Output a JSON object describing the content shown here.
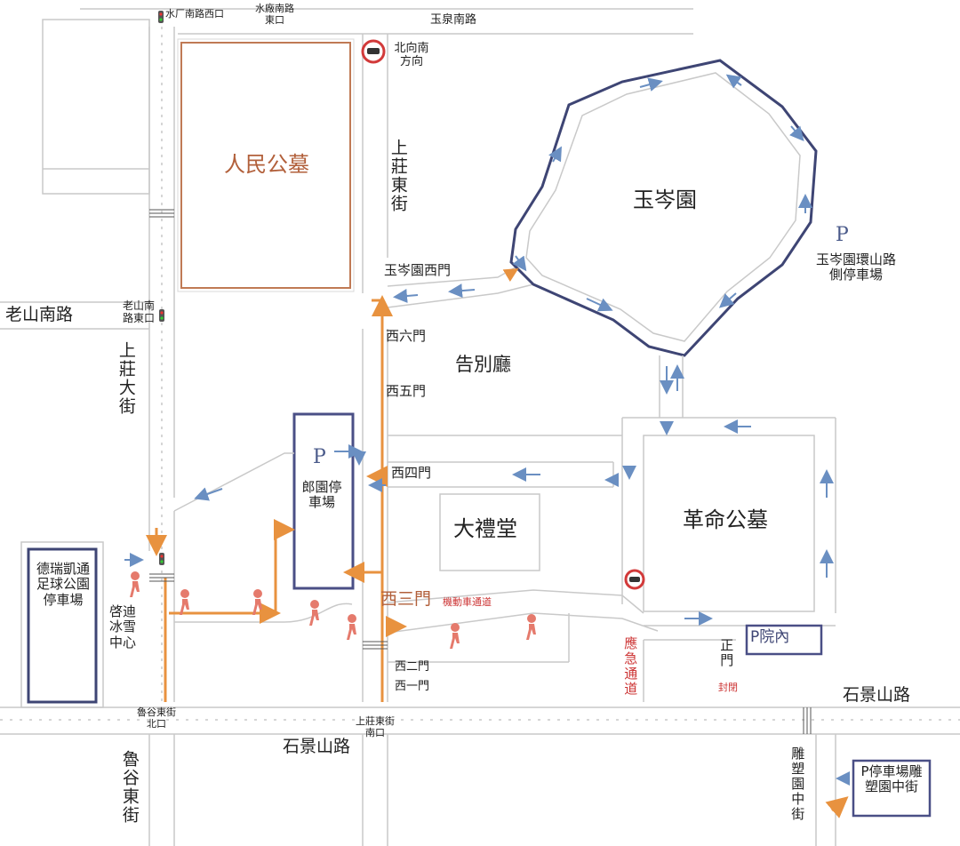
{
  "labels": {
    "shuichang_nanlu_xi": "水厂南路西口",
    "shuichang_nanlu_dong": "水廠南路東口",
    "yuquan_nanlu": "玉泉南路",
    "beixiang_nan": "北向南方向",
    "renmin_gongmu": "人民公墓",
    "shangzhuang_dongjie": "上莊東街",
    "yuling_yuan": "玉岑園",
    "yuling_yuan_p": "P",
    "yuling_parking": "玉岑園環山路側停車場",
    "yuling_xi_men": "玉岑園西門",
    "laoshan_nanlu": "老山南路",
    "laoshan_nanlu_dong": "老山南路東口",
    "shangzhuang_dajie": "上莊大街",
    "xi_liu_men": "西六門",
    "gaobie_ting": "告別廳",
    "xi_wu_men": "西五門",
    "langyuan_p": "P",
    "langyuan_parking": "郎園停車場",
    "xi_si_men": "西四門",
    "dali_tang": "大禮堂",
    "geming_gongmu": "革命公墓",
    "derui_parking": "德瑞凱通足球公園停車場",
    "qidi_bingxue": "啓迪冰雪中心",
    "xi_san_men": "西三門",
    "jidongche_tongdao": "機動車通道",
    "yingji_tongdao": "應急通道",
    "zheng_men": "正門",
    "fengbi": "封閉",
    "p_yuan_nei": "P院內",
    "xi_er_men": "西二門",
    "xi_yi_men": "西一門",
    "lugu_dongjie_bei": "魯谷東街北口",
    "shangzhuang_dong_nan": "上莊東街南口",
    "shijingshan_lu_1": "石景山路",
    "shijingshan_lu_2": "石景山路",
    "lugu_dongjie": "魯谷東街",
    "diaosu_yuan_zhongjie": "雕塑園中街",
    "diaosu_parking": "P停車場雕塑園中街"
  },
  "icons": {
    "no_car": "no-car-icon",
    "pedestrian": "pedestrian-icon",
    "traffic_light": "traffic-light-icon"
  },
  "colors": {
    "road": "#c9c9c9",
    "road_blue_arrow": "#6a8fc2",
    "orange_route": "#e8923f",
    "loop_road": "#3e4574",
    "parking_border": "#4a4f86",
    "renmin_border": "#c07a55",
    "pedestrian": "#e57a6c",
    "no_car_red": "#d23a3a"
  }
}
